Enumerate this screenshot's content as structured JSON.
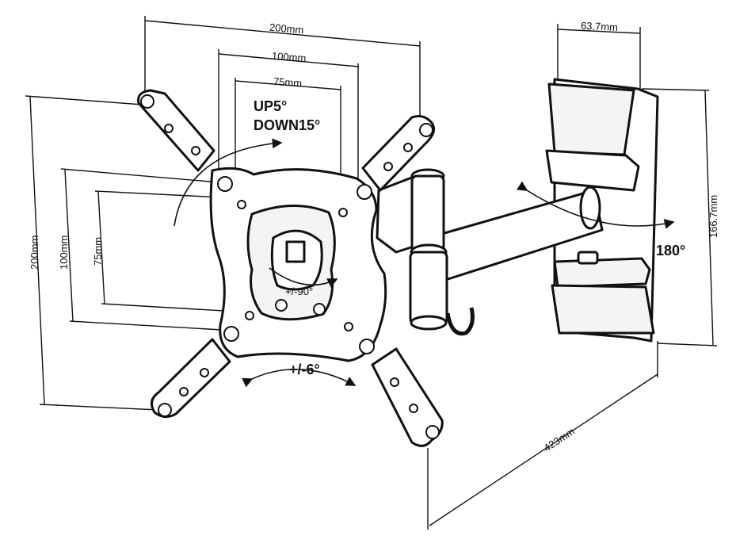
{
  "labels": {
    "width_200": "200mm",
    "width_100": "100mm",
    "width_75": "75mm",
    "height_200": "200mm",
    "height_100": "100mm",
    "height_75": "75mm",
    "tilt_up": "UP5°",
    "tilt_down": "DOWN15°",
    "rotate": "+/-90°",
    "swivel_head": "+/-6°",
    "swivel_wall": "180°",
    "wall_plate_width": "63.7mm",
    "wall_plate_height": "166.7mm",
    "extension": "423mm"
  },
  "colors": {
    "line": "#111111",
    "panel_fill": "#f4f4f4",
    "background": "#ffffff"
  }
}
